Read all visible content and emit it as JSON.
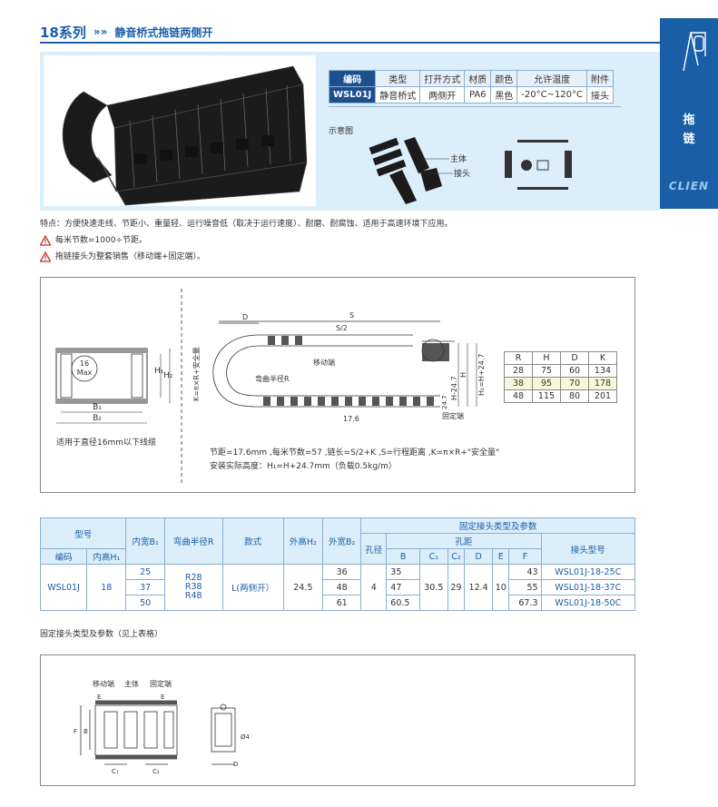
{
  "header": {
    "series": "18系列",
    "arrows": "»»",
    "subtitle": "静音桥式拖链两侧开"
  },
  "sidetab": {
    "text_line1": "拖",
    "text_line2": "链",
    "brand": "CLIEN",
    "icon": "cable-carrier-icon"
  },
  "spec": {
    "headers": [
      "编码",
      "类型",
      "打开方式",
      "材质",
      "颜色",
      "允许温度",
      "附件"
    ],
    "row": [
      "WSL01J",
      "静音桥式",
      "两侧开",
      "PA6",
      "黑色",
      "-20°C~120°C",
      "接头"
    ]
  },
  "schematic": {
    "title": "示意图",
    "label_body": "主体",
    "label_joint": "接头"
  },
  "features": {
    "text": "特点：方便快速走线、节距小、重量轻、运行噪音低（取决于运行速度）、耐磨、耐腐蚀、适用于高速环境下应用。",
    "warn1": "每米节数=1000÷节距。",
    "warn2": "拖链接头为整套销售（移动端+固定端）。",
    "warn_icon": "warning-icon"
  },
  "dimension": {
    "max_label_1": "16",
    "max_label_2": "Max",
    "b1": "B₁",
    "b2": "B₂",
    "h1": "H₁",
    "h2": "H₂",
    "caption": "适用于直径16mm以下线缆",
    "k_label": "K=π×R+安全量",
    "d": "D",
    "s": "S",
    "s2": "S/2",
    "move_end": "移动端",
    "bend_radius": "弯曲半径R",
    "fixed_end": "固定端",
    "h": "H",
    "h_minus": "H-24.7",
    "h1_plus": "H₁=H+24.7",
    "h247": "24.7",
    "pitch": "17.6",
    "note1": "节距=17.6mm ,每米节数=57 ,链长=S/2+K ,S=行程距离 ,K=π×R+\"安全量\"",
    "note2": "安装实际高度：H₁=H+24.7mm（负载0.5kg/m）"
  },
  "r_table": {
    "headers": [
      "R",
      "H",
      "D",
      "K"
    ],
    "rows": [
      [
        "28",
        "75",
        "60",
        "134"
      ],
      [
        "38",
        "95",
        "70",
        "178"
      ],
      [
        "48",
        "115",
        "80",
        "201"
      ]
    ]
  },
  "main_table": {
    "h_model": "型号",
    "h_inner_w": "内宽B₁",
    "h_bend": "弯曲半径R",
    "h_style": "款式",
    "h_outer_h": "外高H₂",
    "h_outer_w": "外宽B₂",
    "h_fixed": "固定接头类型及参数",
    "h_code": "编码",
    "h_inner_h": "内高H₁",
    "h_hole_d": "孔径",
    "h_pitch": "孔距",
    "h_joint": "接头型号",
    "sub": [
      "B",
      "C₁",
      "C₂",
      "D",
      "E",
      "F"
    ],
    "code": "WSL01J",
    "inner_h": "18",
    "bend": "R28\nR38\nR48",
    "style": "L(两侧开）",
    "outer_h": "24.5",
    "hole_d": "4",
    "c1": "30.5",
    "c2": "29",
    "d": "12.4",
    "e": "10",
    "rows": [
      {
        "b1": "25",
        "b2": "36",
        "b": "35",
        "f": "43",
        "joint": "WSL01J-18-25C"
      },
      {
        "b1": "37",
        "b2": "48",
        "b": "47",
        "f": "55",
        "joint": "WSL01J-18-37C"
      },
      {
        "b1": "50",
        "b2": "61",
        "b": "60.5",
        "f": "67.3",
        "joint": "WSL01J-18-50C"
      }
    ]
  },
  "caption2": "固定接头类型及参数（见上表格）",
  "joint_drawing": {
    "move": "移动端",
    "body": "主体",
    "fixed": "固定端",
    "e": "E",
    "f": "F",
    "b": "B",
    "c1": "C₁",
    "c2": "C₂",
    "dia": "Ø4",
    "d": "D"
  }
}
